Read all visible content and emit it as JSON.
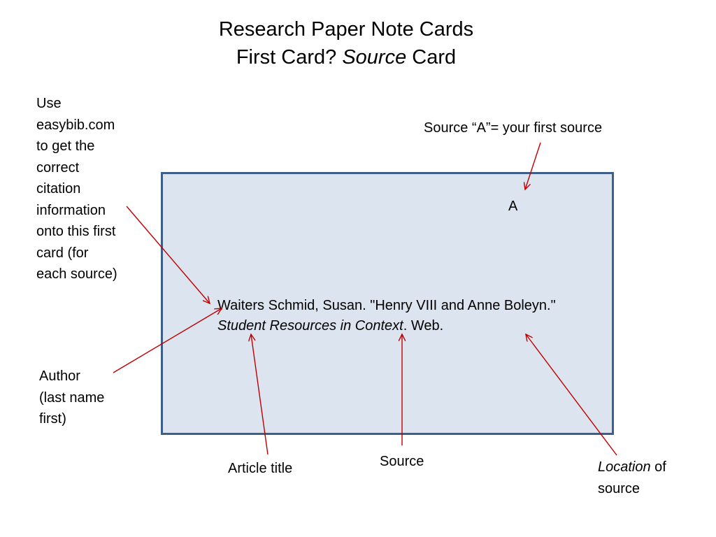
{
  "title": {
    "line1": "Research Paper Note Cards",
    "line2_part1": "First Card?  ",
    "line2_italic": "Source",
    "line2_part2": " Card"
  },
  "annotations": {
    "easybib": [
      "Use",
      "easybib.com",
      "to get the",
      "correct",
      "citation",
      "information",
      "onto this first",
      "card (for",
      "each source)"
    ],
    "source_letter_note": "Source “A”= your first source",
    "author": [
      "Author",
      "(last name",
      "first)"
    ],
    "article_title": "Article title",
    "source": "Source",
    "location_italic": "Location",
    "location_rest": " of",
    "location_line2": "source"
  },
  "card": {
    "letter": "A",
    "citation_part1": "Waiters Schmid, Susan. \"Henry VIII and Anne Boleyn.\" ",
    "citation_italic": "Student Resources in Context",
    "citation_part2": ". Web."
  },
  "colors": {
    "card_fill": "#dbe4ef",
    "card_border": "#3e5f8a",
    "arrow": "#c00000"
  }
}
